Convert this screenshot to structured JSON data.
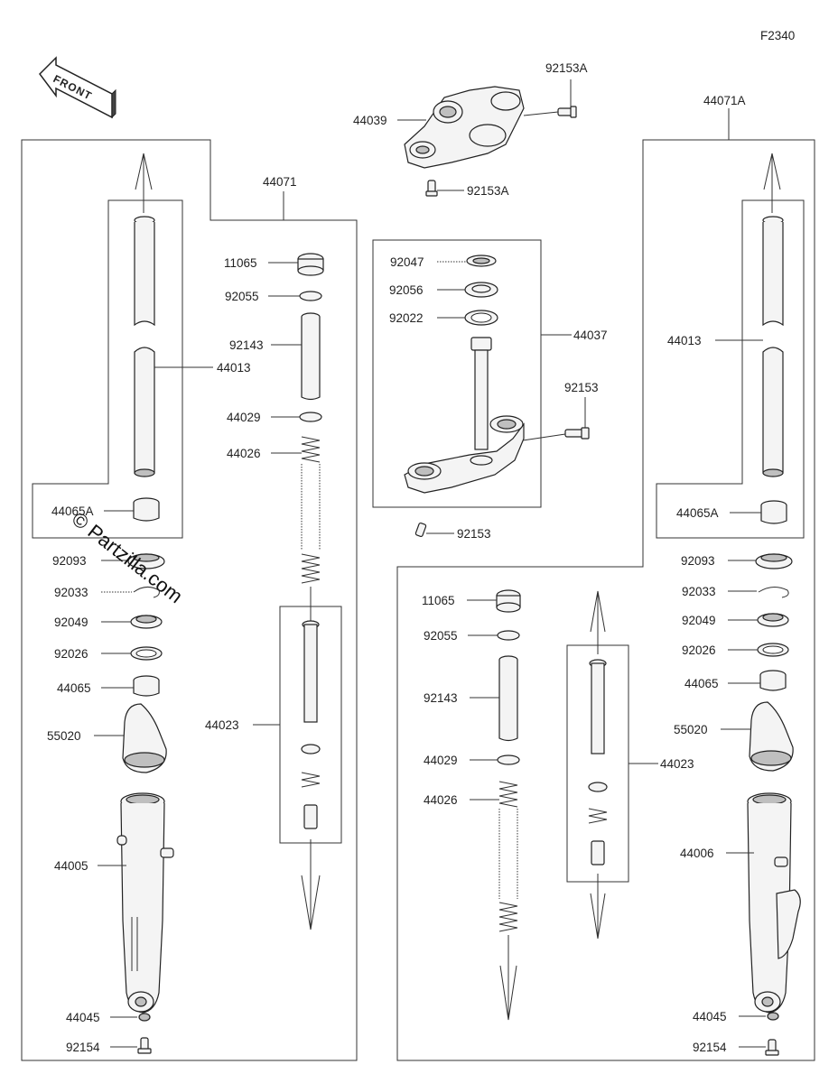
{
  "figure_code": "F2340",
  "direction_label": "FRONT",
  "watermark": "© Partzilla.com",
  "labels": {
    "top_bracket": "44039",
    "top_bolt_right": "92153A",
    "top_bolt_bottom": "92153A",
    "fork_left": "44071",
    "fork_right": "44071A",
    "stem_assy": "44037",
    "stem_seal": "92047",
    "stem_washer": "92056",
    "stem_ring": "92022",
    "stem_bolt_right": "92153",
    "stem_bolt_bottom": "92153",
    "l_tube": "44013",
    "l_bushing_a": "44065A",
    "l_seal": "92093",
    "l_clip": "92033",
    "l_oil_seal": "92049",
    "l_washer": "92026",
    "l_bushing": "44065",
    "l_cover": "55020",
    "l_outer_tube": "44005",
    "l_gasket": "44045",
    "l_bolt": "92154",
    "l_cap": "11065",
    "l_oring": "92055",
    "l_spacer": "92143",
    "l_seat": "44029",
    "l_spring": "44026",
    "l_cylinder": "44023",
    "r_tube": "44013",
    "r_bushing_a": "44065A",
    "r_seal": "92093",
    "r_clip": "92033",
    "r_oil_seal": "92049",
    "r_washer": "92026",
    "r_bushing": "44065",
    "r_cover": "55020",
    "r_outer_tube": "44006",
    "r_gasket": "44045",
    "r_bolt": "92154",
    "r_cap": "11065",
    "r_oring": "92055",
    "r_spacer": "92143",
    "r_seat": "44029",
    "r_spring": "44026",
    "r_cylinder": "44023"
  }
}
